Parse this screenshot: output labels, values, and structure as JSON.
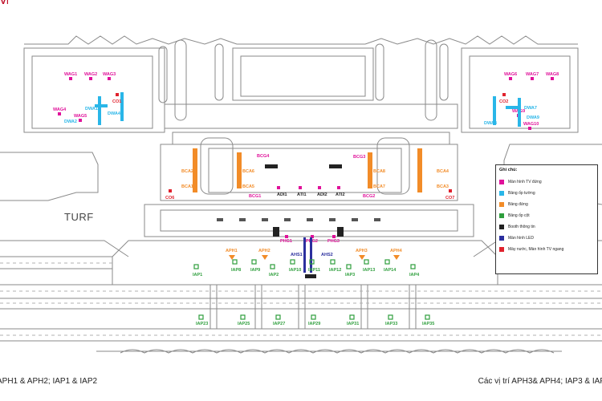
{
  "logo_text": "VIE",
  "captions": {
    "left": "APH1 & APH2; IAP1 & IAP2",
    "right": "Các vị trí APH3& APH4; IAP3 & IAP"
  },
  "turf_label": "TURF",
  "legend": {
    "title": "Ghi chú:",
    "items": [
      {
        "label": "Màn hình TV đứng",
        "color": "#e0119a"
      },
      {
        "label": "Bảng ốp tường",
        "color": "#29b6e8"
      },
      {
        "label": "Bảng đứng",
        "color": "#f28c28"
      },
      {
        "label": "Bảng ốp cột",
        "color": "#2e9e3c"
      },
      {
        "label": "Booth thông tin",
        "color": "#222222"
      },
      {
        "label": "Màn hình LED",
        "color": "#2b2f9e"
      },
      {
        "label": "Máy nước, Màn hình TV ngang",
        "color": "#e0222d"
      }
    ]
  },
  "colors": {
    "tv": "#e0119a",
    "wall": "#29b6e8",
    "stand": "#f28c28",
    "column": "#2e9e3c",
    "booth": "#222222",
    "led": "#2b2f9e",
    "water": "#e0222d",
    "line": "#8a8a8a"
  },
  "labels": {
    "wag": [
      "WAG1",
      "WAG2",
      "WAG3",
      "WAG4",
      "WAG5",
      "WAG6",
      "WAG7",
      "WAG8",
      "WAG9",
      "WAG10"
    ],
    "dwa": [
      "DWA1",
      "DWA2",
      "DWA4",
      "DWA7",
      "DWA8",
      "DWA9"
    ],
    "co": [
      "CO1",
      "CO2",
      "CO6",
      "CO7"
    ],
    "bca": [
      "BCA1",
      "BCA2",
      "BCA3",
      "BCA4",
      "BCA5",
      "BCA6",
      "BCA7",
      "BCA8"
    ],
    "bcg": [
      "BCG1",
      "BCG2",
      "BCG3",
      "BCG4"
    ],
    "adi_ati": [
      "ADI1",
      "ATI1",
      "ADI2",
      "ATI2"
    ],
    "phg": [
      "PHG1",
      "PHG2",
      "PHG3"
    ],
    "ahs": [
      "AHS1",
      "AHS2"
    ],
    "aph": [
      "APH1",
      "APH2",
      "APH3",
      "APH4"
    ],
    "iap_row1": [
      "IAP1",
      "IAP8",
      "IAP9",
      "IAP2",
      "IAP10",
      "IAP11",
      "IAP12",
      "IAP3",
      "IAP13",
      "IAP14",
      "IAP4"
    ],
    "iap_row2": [
      "IAP23",
      "IAP25",
      "IAP27",
      "IAP29",
      "IAP31",
      "IAP33",
      "IAP35"
    ]
  }
}
